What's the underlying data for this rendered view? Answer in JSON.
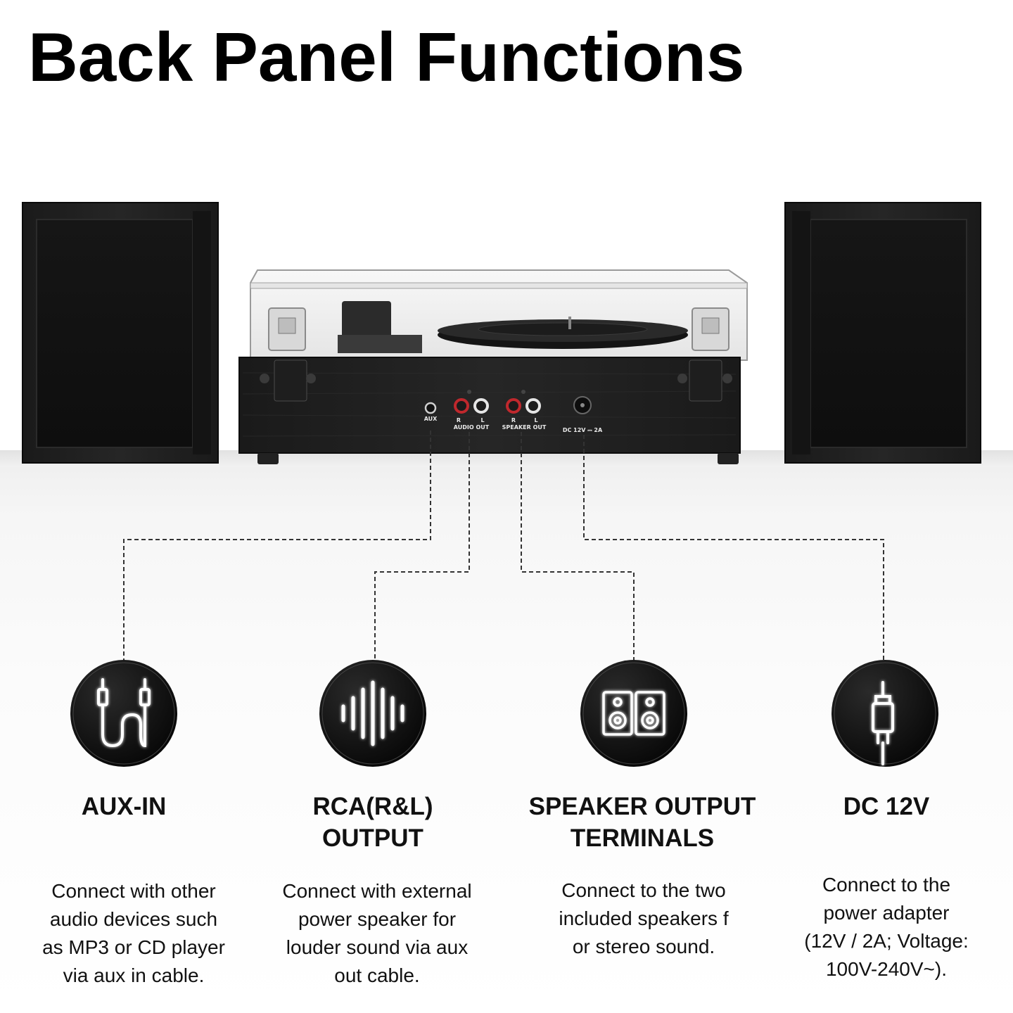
{
  "title": "Back Panel Functions",
  "panel_labels": {
    "aux": "AUX",
    "r": "R",
    "l": "L",
    "audio_out": "AUDIO OUT",
    "speaker_out": "SPEAKER OUT",
    "dc": "DC 12V ⎓ 2A"
  },
  "features": [
    {
      "icon": "aux-cable-icon",
      "title_lines": [
        "AUX-IN"
      ],
      "desc_lines": [
        "Connect with other",
        "audio devices such",
        "as MP3 or CD player",
        "via aux in cable."
      ]
    },
    {
      "icon": "sound-wave-icon",
      "title_lines": [
        "RCA(R&L)",
        "OUTPUT"
      ],
      "desc_lines": [
        "Connect with external",
        "power speaker for",
        "louder sound via aux",
        "out cable."
      ]
    },
    {
      "icon": "speakers-icon",
      "title_lines": [
        "SPEAKER OUTPUT",
        "TERMINALS"
      ],
      "desc_lines": [
        "Connect to the two",
        "included speakers f",
        "or stereo sound."
      ]
    },
    {
      "icon": "dc-plug-icon",
      "title_lines": [
        "DC 12V"
      ],
      "desc_lines": [
        "Connect to the",
        "power adapter",
        "(12V / 2A; Voltage:",
        "100V-240V~)."
      ]
    }
  ],
  "colors": {
    "speaker_body": "#1c1c1c",
    "speaker_grille": "#111111",
    "rca_red": "#c0282d",
    "icon_circle": "#0b0b0b"
  }
}
